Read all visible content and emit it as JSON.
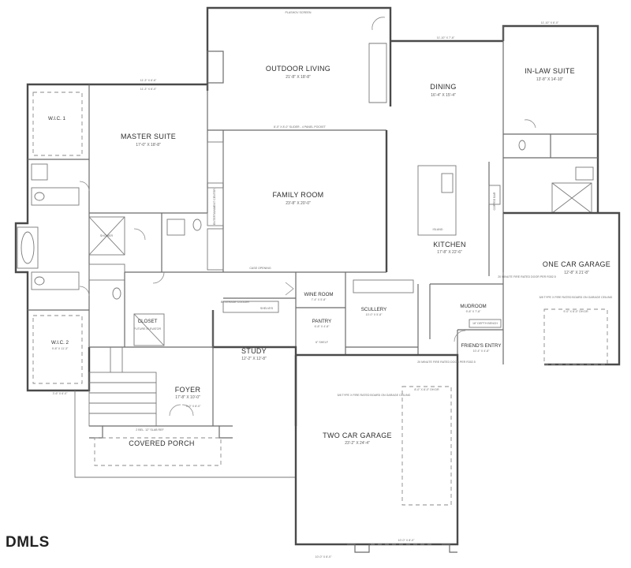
{
  "watermark": "DMLS",
  "rooms": {
    "outdoor_living": {
      "name": "OUTDOOR LIVING",
      "dims": "21'-8\" X 18'-8\""
    },
    "dining": {
      "name": "DINING",
      "dims": "16'-4\" X 15'-4\""
    },
    "in_law_suite": {
      "name": "IN-LAW SUITE",
      "dims": "13'-8\" X 14'-10\""
    },
    "master_suite": {
      "name": "MASTER SUITE",
      "dims": "17'-0\" X 18'-8\""
    },
    "family_room": {
      "name": "FAMILY ROOM",
      "dims": "23'-8\" X 20'-0\""
    },
    "kitchen": {
      "name": "KITCHEN",
      "dims": "17'-8\" X 22'-6\""
    },
    "one_car_garage": {
      "name": "ONE CAR GARAGE",
      "dims": "12'-8\" X 21'-8\""
    },
    "wic1": {
      "name": "W.I.C. 1",
      "dims": ""
    },
    "wic2": {
      "name": "W.I.C. 2",
      "dims": "9'-8\" X 11'-3\""
    },
    "closet": {
      "name": "CLOSET",
      "sub": "FUTURE ELEVATOR"
    },
    "wine_room": {
      "name": "WINE ROOM",
      "dims": "7'-4\" X 5'-8\""
    },
    "pantry": {
      "name": "PANTRY",
      "dims": "6'-8\" X 4'-8\""
    },
    "scullery": {
      "name": "SCULLERY",
      "dims": "10'-0\" X 5'-8\""
    },
    "mudroom": {
      "name": "MUDROOM",
      "dims": "9'-8\" X 7'-8\""
    },
    "friends_entry": {
      "name": "FRIEND'S ENTRY",
      "dims": "10'-4\" X 4'-8\""
    },
    "study": {
      "name": "STUDY",
      "dims": "12'-2\" X 12'-8\""
    },
    "foyer": {
      "name": "FOYER",
      "dims": "17'-8\" X 10'-0\""
    },
    "covered_porch": {
      "name": "COVERED PORCH",
      "dims": ""
    },
    "two_car_garage": {
      "name": "TWO CAR GARAGE",
      "dims": "23'-2\" X 24'-4\""
    }
  },
  "notes": {
    "screen_top": "PLASHOV SCREEN",
    "slider": "8'-0\" X 8'-0\" SLIDER - 4 PANEL POCKET",
    "case_opening": "CASE OPENING",
    "entertainment": "ENTERTAINMENT CENTER",
    "island": "ISLAND",
    "coffee": "COFFEE BAR",
    "fire_rated_top": "5/8 TYPE X FIRE RATED BOARD ON GARAGE CEILING",
    "fire_rated_right": "5/8 TYPE X FIRE RATED BOARD ON GARAGE CEILING",
    "fire_door_right": "20 MINUTE FIRE RATED DOOR PER R302.5",
    "fire_door_left": "20 MINUTE FIRE RATED DOOR PER R302.5",
    "bench": "18\" DEPTH BENCH",
    "shelf": "6\" SHELF",
    "beverage": "BEVERAGE COOLER",
    "shelves": "SHELVES",
    "shower": "SHOWER",
    "dim_top": "11'-3\" X 6'-6\"",
    "dim_master": "11'-3\" X 6'-0\"",
    "dim_dining": "11'-10\" X 7'-6\"",
    "dim_inlaw": "11'-10\" X 6'-0\"",
    "dim_ocg": "9'-0\" X 8'-0\" OH DR",
    "dim_tcg": "8'-0\" X 8'-0\" OH DR",
    "dim_bottom1": "10'-0\" X 8'-0\"",
    "dim_bottom2": "10'-0\" X 8'-0\"",
    "dim_porch": "2 BEL. 12\" SLAB REF",
    "dim_foyer": "3'-0\" X 8'-0\"",
    "dim_wic2": "3'-6\" X 6'-0\""
  }
}
